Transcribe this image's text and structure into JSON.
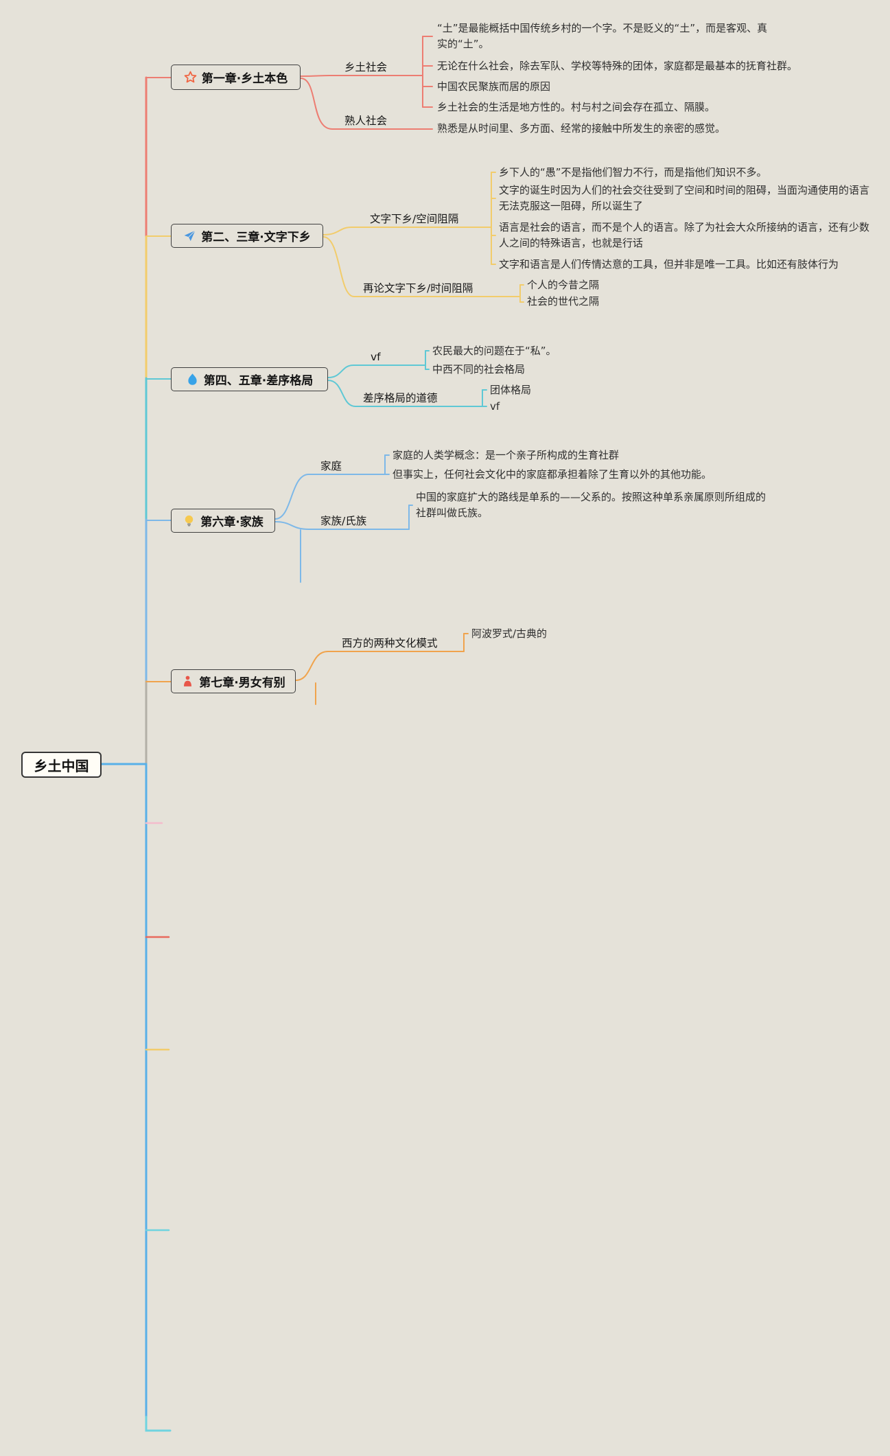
{
  "root": {
    "label": "乡土中国"
  },
  "colors": {
    "chapter1": "#ed7d72",
    "chapter23": "#f2cc6b",
    "chapter45": "#5ec8d5",
    "chapter6": "#7db8e8",
    "chapter7": "#f0a34c",
    "trunk_lower": "#58b0e8",
    "trunk_gray": "#b3b0a7",
    "stub_pink": "#f4bccc",
    "stub_red": "#e8695c",
    "stub_cyan": "#6fd4e0",
    "background": "#e5e2d9"
  },
  "chapters": [
    {
      "title": "第一章·乡土本色",
      "icon": "star-icon",
      "children": [
        {
          "label": "乡土社会",
          "leaves": [
            "“土”是最能概括中国传统乡村的一个字。不是贬义的“土”，而是客观、真实的“土”。",
            "无论在什么社会，除去军队、学校等特殊的团体，家庭都是最基本的抚育社群。",
            "中国农民聚族而居的原因",
            "乡土社会的生活是地方性的。村与村之间会存在孤立、隔膜。"
          ]
        },
        {
          "label": "熟人社会",
          "leaves": [
            "熟悉是从时间里、多方面、经常的接触中所发生的亲密的感觉。"
          ]
        }
      ]
    },
    {
      "title": "第二、三章·文字下乡",
      "icon": "paper-plane-icon",
      "children": [
        {
          "label": "文字下乡/空间阻隔",
          "leaves": [
            "乡下人的“愚”不是指他们智力不行，而是指他们知识不多。",
            "文字的诞生时因为人们的社会交往受到了空间和时间的阻碍，当面沟通使用的语言无法克服这一阻碍，所以诞生了",
            "语言是社会的语言，而不是个人的语言。除了为社会大众所接纳的语言，还有少数人之间的特殊语言，也就是行话",
            "文字和语言是人们传情达意的工具，但并非是唯一工具。比如还有肢体行为"
          ]
        },
        {
          "label": "再论文字下乡/时间阻隔",
          "leaves": [
            "个人的今昔之隔",
            "社会的世代之隔"
          ]
        }
      ]
    },
    {
      "title": "第四、五章·差序格局",
      "icon": "flame-icon",
      "children": [
        {
          "label": "vf",
          "leaves": [
            "农民最大的问题在于“私”。",
            "中西不同的社会格局"
          ]
        },
        {
          "label": "差序格局的道德",
          "leaves": [
            "团体格局",
            "vf"
          ]
        }
      ]
    },
    {
      "title": "第六章·家族",
      "icon": "lightbulb-icon",
      "children": [
        {
          "label": "家庭",
          "leaves": [
            "家庭的人类学概念：是一个亲子所构成的生育社群",
            "但事实上，任何社会文化中的家庭都承担着除了生育以外的其他功能。"
          ]
        },
        {
          "label": "家族/氏族",
          "leaves": [
            "中国的家庭扩大的路线是单系的——父系的。按照这种单系亲属原则所组成的社群叫做氏族。"
          ]
        }
      ]
    },
    {
      "title": "第七章·男女有别",
      "icon": "person-icon",
      "children": [
        {
          "label": "西方的两种文化模式",
          "leaves": [
            "阿波罗式/古典的"
          ]
        }
      ]
    }
  ]
}
